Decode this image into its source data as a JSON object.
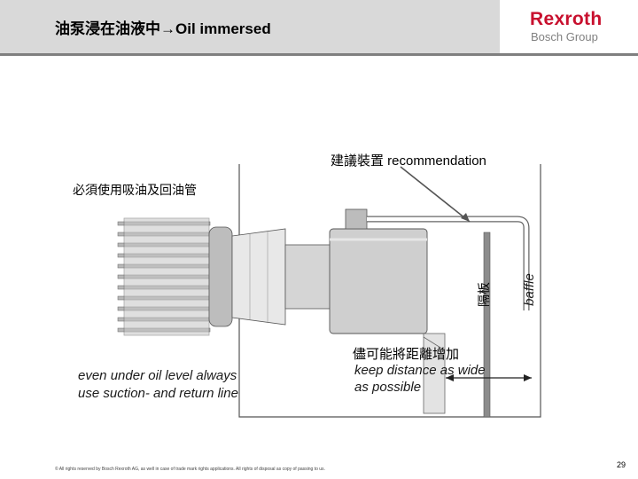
{
  "header": {
    "title": "油泵浸在油液中→Oil immersed",
    "logo_brand": "Rexroth",
    "logo_group": "Bosch Group",
    "brand_color": "#c8102e"
  },
  "labels": {
    "recommendation": "建議裝置 recommendation",
    "must_use": "必須使用吸油及回油管",
    "note_en": "even under oil level always use suction- and return line",
    "keep_zh": "儘可能將距離增加",
    "keep_en": "keep distance as wide as possible",
    "baffle_zh": "隔板",
    "baffle_en": "baffle"
  },
  "footer": {
    "copyright": "© All rights reserved by Bosch Rexroth AG, as well in case of trade mark rights applications. All rights of disposal as copy of passing to us.",
    "page_number": "29"
  }
}
